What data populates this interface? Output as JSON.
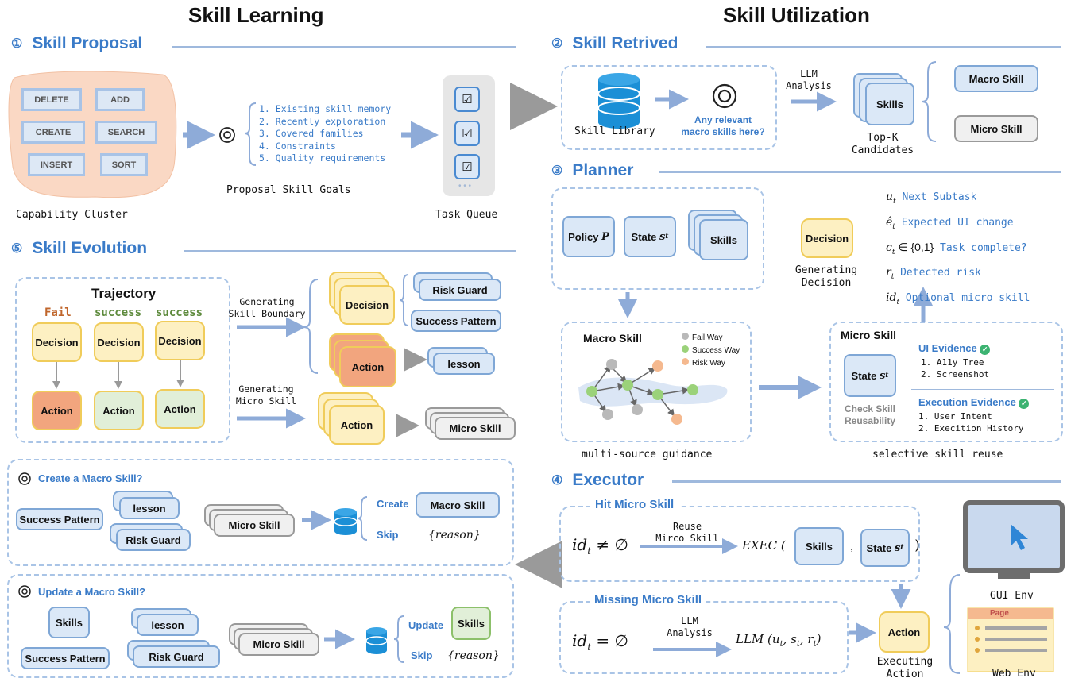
{
  "titles": {
    "learning": "Skill Learning",
    "utilization": "Skill Utilization"
  },
  "sections": {
    "proposal": {
      "num": "①",
      "label": "Skill Proposal"
    },
    "retrieved": {
      "num": "②",
      "label": "Skill Retrived"
    },
    "planner": {
      "num": "③",
      "label": "Planner"
    },
    "executor": {
      "num": "④",
      "label": "Executor"
    },
    "evolution": {
      "num": "⑤",
      "label": "Skill Evolution"
    }
  },
  "proposal": {
    "capabilities": [
      "DELETE",
      "ADD",
      "CREATE",
      "SEARCH",
      "INSERT",
      "SORT"
    ],
    "capability_caption": "Capability Cluster",
    "goals": [
      "1. Existing skill memory",
      "2. Recently exploration",
      "3. Covered families",
      "4. Constraints",
      "5. Quality requirements"
    ],
    "goals_caption": "Proposal Skill Goals",
    "queue_caption": "Task Queue",
    "queue_dots": "• • •"
  },
  "retrieved": {
    "library": "Skill Library",
    "question_line1": "Any relevant",
    "question_line2": "macro skills here?",
    "llm_line1": "LLM",
    "llm_line2": "Analysis",
    "skills": "Skills",
    "topk_line1": "Top-K",
    "topk_line2": "Candidates",
    "macro": "Macro Skill",
    "micro": "Micro Skill"
  },
  "planner": {
    "policy": "Policy",
    "policy_sym": "P",
    "state": "State",
    "state_sym": "s",
    "state_sub": "t",
    "skills": "Skills",
    "decision": "Decision",
    "gen_line1": "Generating",
    "gen_line2": "Decision",
    "outputs": [
      {
        "sym": "u",
        "sub": "t",
        "rest": "",
        "text": "Next Subtask"
      },
      {
        "sym": "ê",
        "sub": "t",
        "rest": "",
        "text": "Expected UI change"
      },
      {
        "sym": "c",
        "sub": "t",
        "rest": " ∈ {0,1}",
        "text": "Task complete?"
      },
      {
        "sym": "r",
        "sub": "t",
        "rest": "",
        "text": "Detected risk"
      },
      {
        "sym": "id",
        "sub": "t",
        "rest": "",
        "text": "Optional micro skill"
      }
    ],
    "macro_title": "Macro Skill",
    "legend": [
      "Fail Way",
      "Success Way",
      "Risk Way"
    ],
    "macro_caption": "multi-source guidance",
    "micro_title": "Micro Skill",
    "ui_evidence": "UI Evidence",
    "ui_items": [
      "1. A11y Tree",
      "2. Screenshot"
    ],
    "exec_evidence": "Execution Evidence",
    "exec_items": [
      "1. User Intent",
      "2. Execition History"
    ],
    "check_line1": "Check Skill",
    "check_line2": "Reusability",
    "micro_caption": "selective skill reuse",
    "colors": {
      "fail": "#b9b9b9",
      "success": "#9bd27a",
      "risk": "#f5b98f"
    }
  },
  "executor": {
    "hit_title": "Hit Micro Skill",
    "hit_lhs": "id",
    "hit_op": " ≠ ∅",
    "reuse_line1": "Reuse",
    "reuse_line2": "Mirco Skill",
    "exec_fn": "EXEC (",
    "skills": "Skills",
    "comma": ",",
    "state": "State",
    "close": ")",
    "miss_title": "Missing Micro Skill",
    "miss_op": " = ∅",
    "llm_line1": "LLM",
    "llm_line2": "Analysis",
    "llm_fn": "LLM (u",
    "llm_args": ", s",
    "llm_args2": ", r",
    "llm_close": ")",
    "action": "Action",
    "exec_line1": "Executing",
    "exec_line2": "Action",
    "gui_env": "GUI Env",
    "web_env": "Web Env",
    "page_label": "Page"
  },
  "evolution": {
    "trajectory": "Trajectory",
    "statuses": [
      "Fail",
      "success",
      "success"
    ],
    "decision": "Decision",
    "action": "Action",
    "gen_boundary_line1": "Generating",
    "gen_boundary_line2": "Skill Boundary",
    "gen_micro_line1": "Generating",
    "gen_micro_line2": "Micro Skill",
    "risk_guard": "Risk Guard",
    "success_pattern": "Success Pattern",
    "lesson": "lesson",
    "micro_skill": "Micro Skill",
    "create_q": "Create a Macro Skill?",
    "update_q": "Update a Macro Skill?",
    "create": "Create",
    "skip": "Skip",
    "update": "Update",
    "reason": "{reason}",
    "macro_skill": "Macro Skill",
    "skills": "Skills"
  }
}
